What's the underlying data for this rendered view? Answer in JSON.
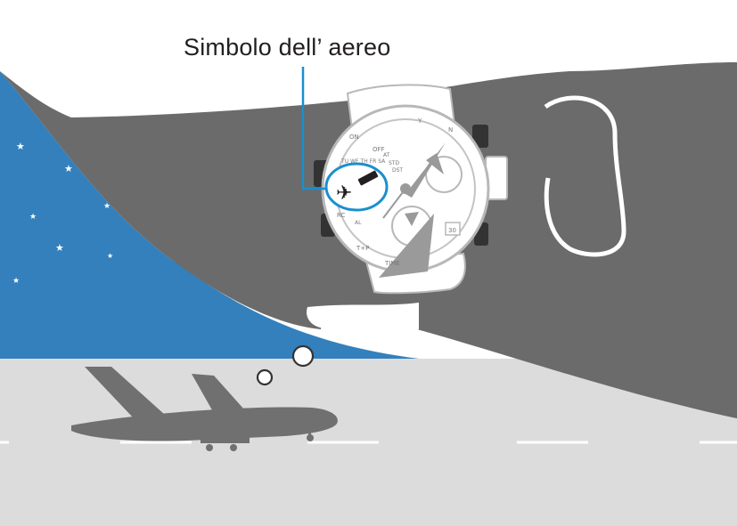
{
  "callout": {
    "label": "Simbolo dell’ aereo",
    "highlight_color": "#1a8fcf"
  },
  "watch": {
    "dial_labels": [
      "OFF",
      "Y",
      "N",
      "ON",
      "TU",
      "WE",
      "TH",
      "FR",
      "SA",
      "AT",
      "STD",
      "DST",
      "RC",
      "AL",
      "T+P",
      "TIME",
      "30"
    ]
  },
  "colors": {
    "night_sky": "#3380bd",
    "stars": "#ffffff",
    "arm_and_hand": "#6b6b6b",
    "runway": "#dcdcdc",
    "airplane": "#707070",
    "watch_outline": "#b8b8b8"
  }
}
